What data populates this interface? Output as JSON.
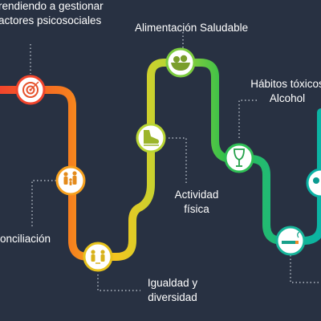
{
  "colors": {
    "background": "#283142",
    "stroke_red": "#f2452c",
    "stroke_orange": "#f6801e",
    "stroke_yellow": "#f5c61f",
    "stroke_green": "#6cc43e",
    "stroke_teal": "#12b28c",
    "node_fill": "#ffffff",
    "connector": "#cfd6df"
  },
  "steps": [
    {
      "key": "psychosocial",
      "label_lines": [
        "rendiendo a gestionar",
        "actores psicosociales"
      ],
      "icon": "target-icon"
    },
    {
      "key": "conciliation",
      "label_lines": [
        "onciliación"
      ],
      "icon": "family-icon"
    },
    {
      "key": "equality",
      "label_lines": [
        "Igualdad y",
        "diversidad"
      ],
      "icon": "diversity-icon"
    },
    {
      "key": "activity",
      "label_lines": [
        "Actividad",
        "física"
      ],
      "icon": "sneaker-icon"
    },
    {
      "key": "nutrition",
      "label_lines": [
        "Alimentación Saludable"
      ],
      "icon": "fruit-bowl-icon"
    },
    {
      "key": "habits",
      "label_lines": [
        "Hábitos tóxicos",
        "Alcohol"
      ],
      "icon": "wine-glass-icon"
    },
    {
      "key": "smoking",
      "label_lines": [],
      "icon": "cigarette-icon"
    },
    {
      "key": "extra",
      "label_lines": [],
      "icon": "generic-icon"
    }
  ]
}
